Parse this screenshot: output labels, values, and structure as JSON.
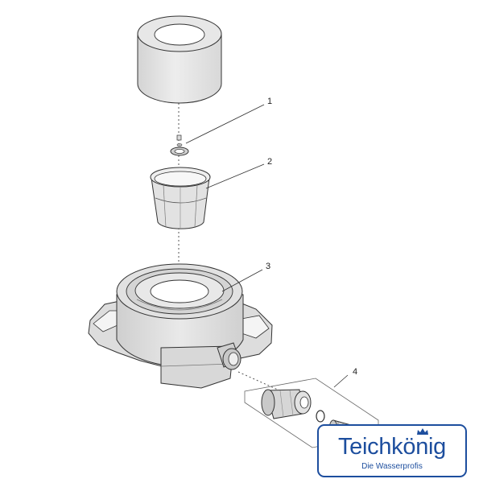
{
  "diagram": {
    "callouts": [
      {
        "id": "1",
        "label": "1"
      },
      {
        "id": "2",
        "label": "2"
      },
      {
        "id": "3",
        "label": "3"
      },
      {
        "id": "4",
        "label": "4"
      }
    ]
  },
  "logo": {
    "brand": "Teichkönig",
    "tagline": "Die Wasserprofis",
    "color": "#1d4e9e"
  },
  "colors": {
    "part_fill": "#e4e4e4",
    "part_dark": "#cfcfcf",
    "line": "#333333"
  }
}
